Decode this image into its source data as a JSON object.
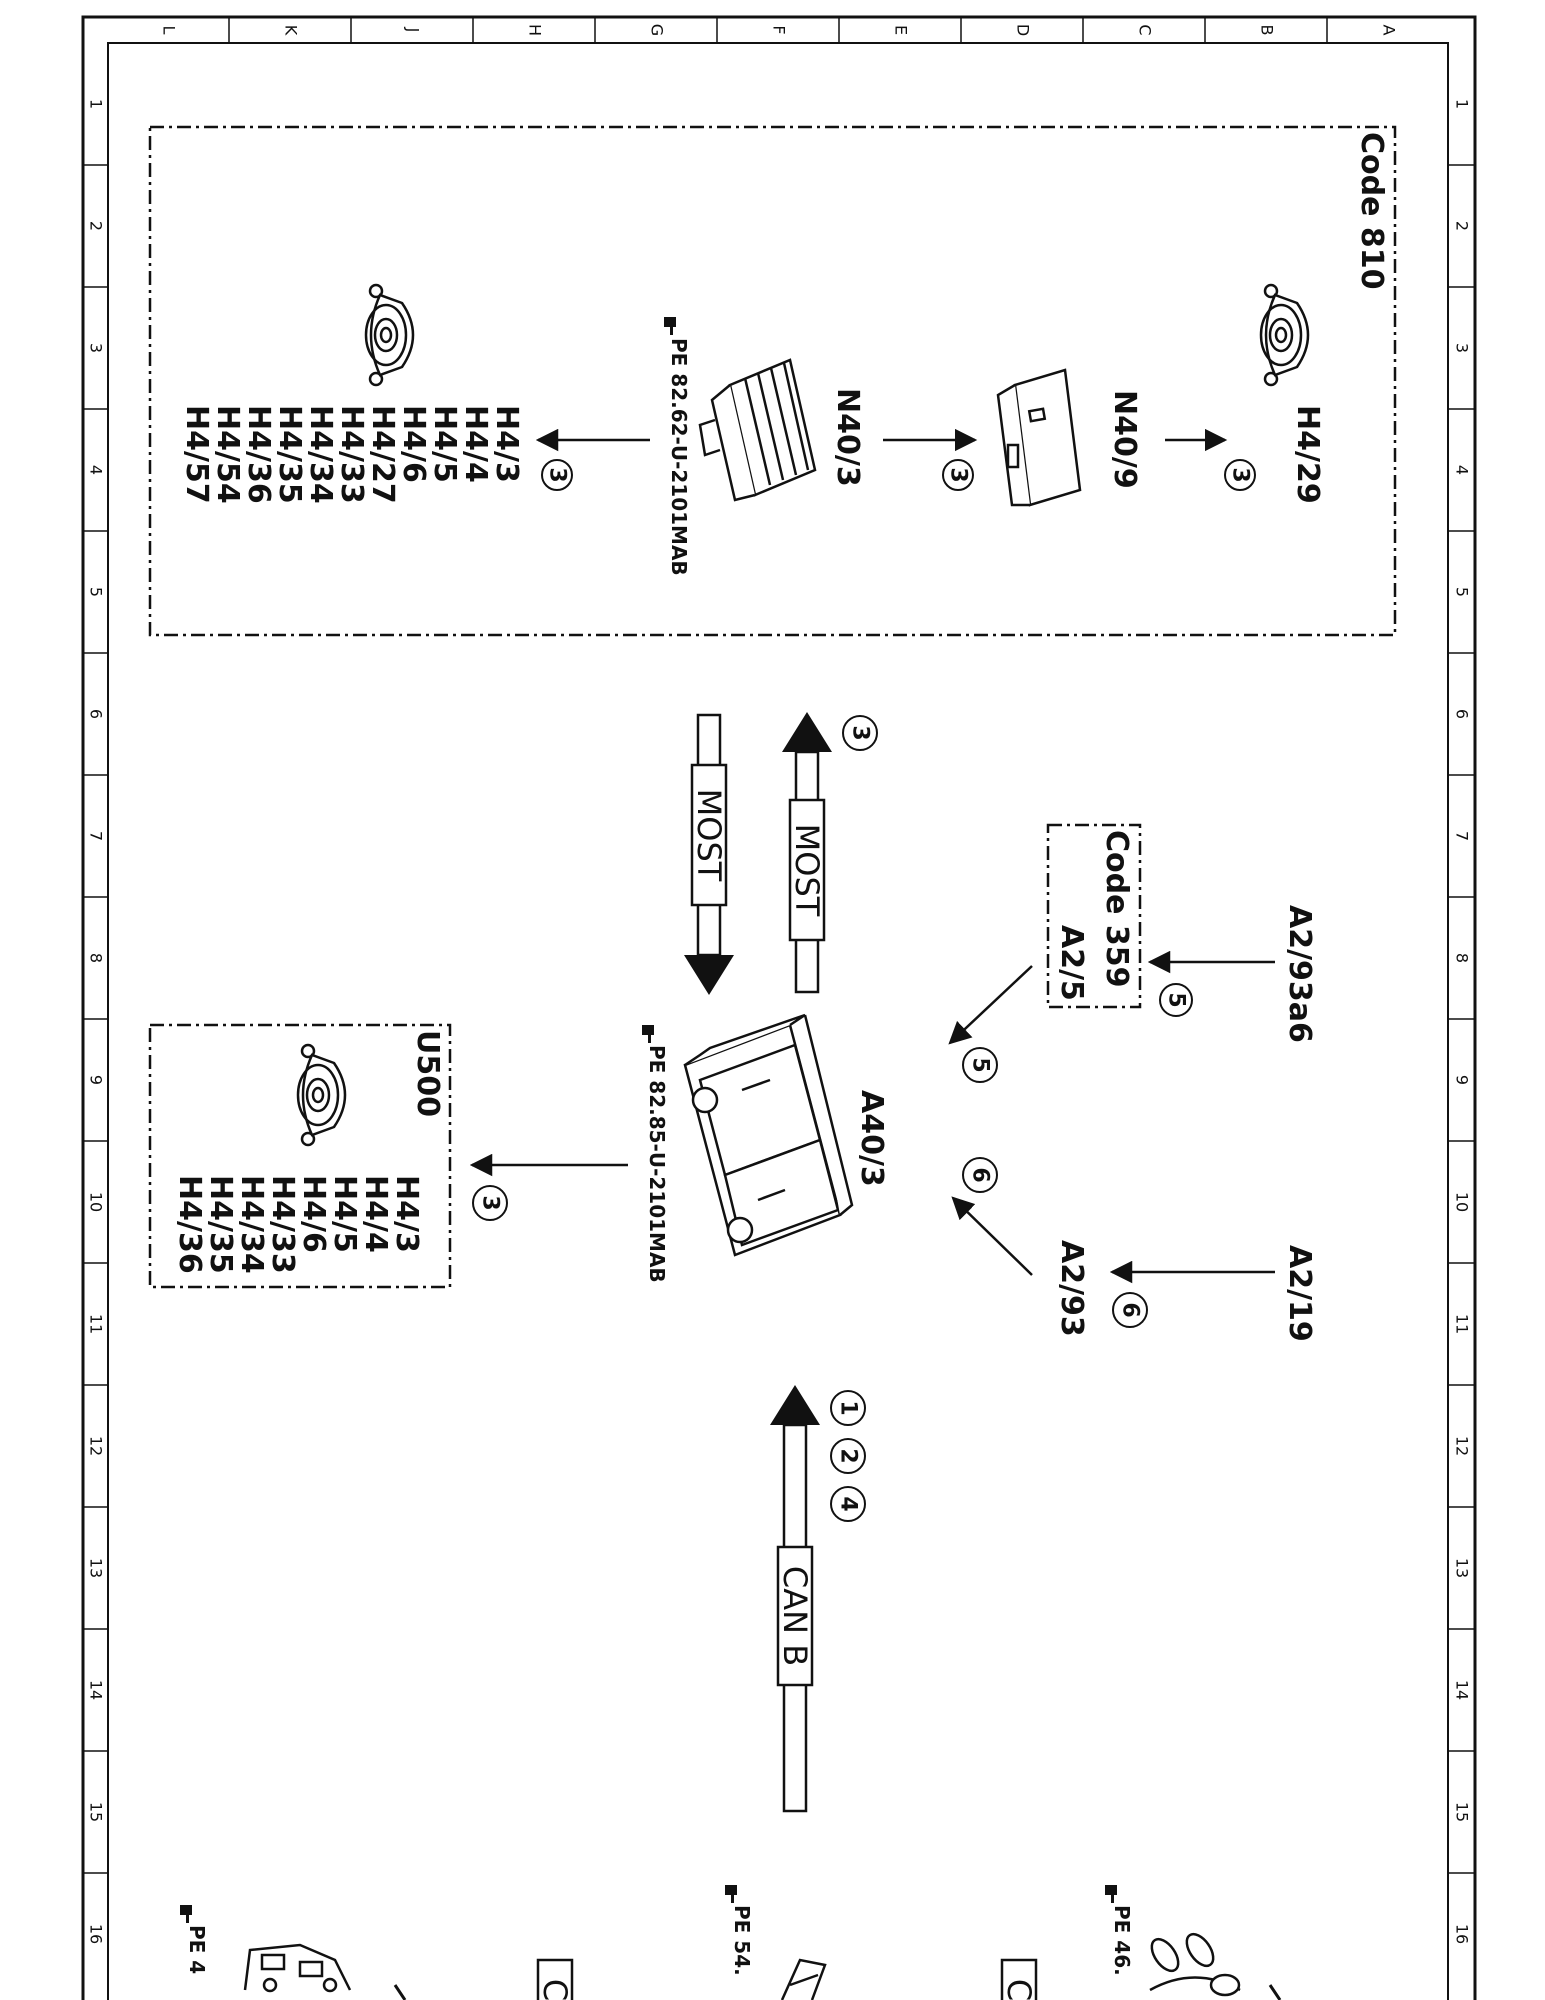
{
  "frame": {
    "columns": [
      "L",
      "K",
      "J",
      "H",
      "G",
      "F",
      "E",
      "D",
      "C",
      "B",
      "A"
    ],
    "rows": [
      "1",
      "2",
      "3",
      "4",
      "5",
      "6",
      "7",
      "8",
      "9",
      "10",
      "11",
      "12",
      "13",
      "14",
      "15",
      "16"
    ]
  },
  "code_810": {
    "title": "Code 810",
    "h4_29": "H4/29",
    "n40_9": "N40/9",
    "n40_3": "N40/3",
    "pe_ref": "PE 82.62-U-2101MAB",
    "badge": "3",
    "speaker_list": [
      "H4/3",
      "H4/4",
      "H4/5",
      "H4/6",
      "H4/27",
      "H4/33",
      "H4/34",
      "H4/35",
      "H4/36",
      "H4/54",
      "H4/57"
    ]
  },
  "middle": {
    "badge_3": "3",
    "most_upper": "MOST",
    "most_lower": "MOST",
    "a2_93a6": "A2/93a6",
    "badge_5a": "5",
    "code_359_title": "Code 359",
    "a2_5": "A2/5",
    "badge_5b": "5",
    "a40_3": "A40/3",
    "pe_ref": "PE 82.85-U-2101MAB",
    "badge_6a": "6",
    "badge_6b": "6",
    "a2_19": "A2/19",
    "a2_93": "A2/93",
    "u500_title": "U500",
    "badge_u500": "3",
    "u500_list": [
      "H4/3",
      "H4/4",
      "H4/5",
      "H4/6",
      "H4/33",
      "H4/34",
      "H4/35",
      "H4/36"
    ]
  },
  "can": {
    "badges": [
      "1",
      "2",
      "4"
    ],
    "label": "CAN B"
  },
  "bottom": {
    "pe_left": "PE 4",
    "box_left": "C",
    "pe_mid": "PE 54.",
    "box_right": "C",
    "pe_right": "PE 46."
  }
}
